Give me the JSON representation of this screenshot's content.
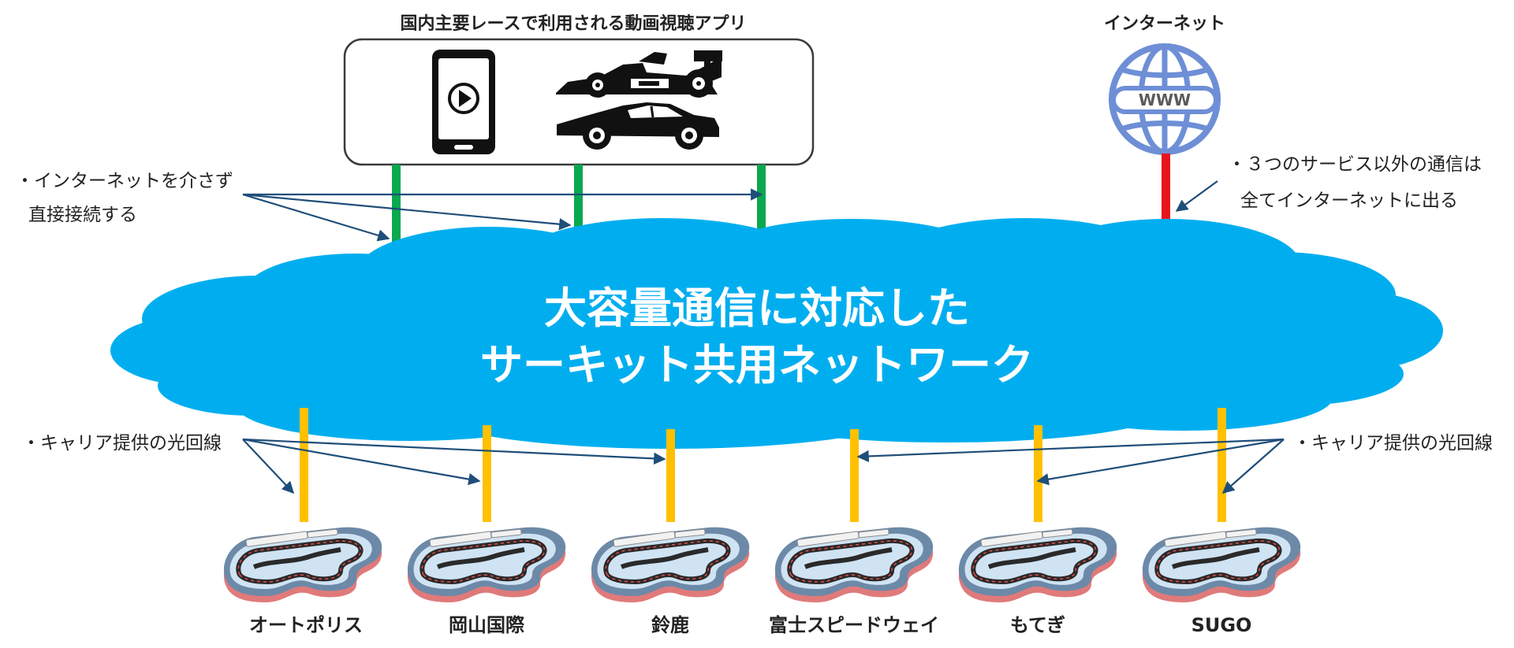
{
  "app_box": {
    "title": "国内主要レースで利用される動画視聴アプリ"
  },
  "internet": {
    "title": "インターネット",
    "globe_label": "WWW"
  },
  "cloud": {
    "line1": "大容量通信に対応した",
    "line2": "サーキット共用ネットワーク"
  },
  "notes": {
    "direct_1": "・インターネットを介さず",
    "direct_2": "直接接続する",
    "other_1": "・３つのサービス以外の通信は",
    "other_2": "全てインターネットに出る",
    "carrier_left": "・キャリア提供の光回線",
    "carrier_right": "・キャリア提供の光回線"
  },
  "circuits": [
    {
      "name": "オートポリス"
    },
    {
      "name": "岡山国際"
    },
    {
      "name": "鈴鹿"
    },
    {
      "name": "富士スピードウェイ"
    },
    {
      "name": "もてぎ"
    },
    {
      "name": "SUGO"
    }
  ],
  "colors": {
    "cloud": "#00aeef",
    "green_line": "#0aa84f",
    "red_line": "#e8141b",
    "yellow_line": "#ffc000",
    "arrow": "#1f4e79",
    "globe": "#6e8fd6"
  },
  "icons": [
    "smartphone-play-icon",
    "formula-car-icon",
    "sports-car-icon",
    "globe-www-icon",
    "race-circuit-icon"
  ]
}
